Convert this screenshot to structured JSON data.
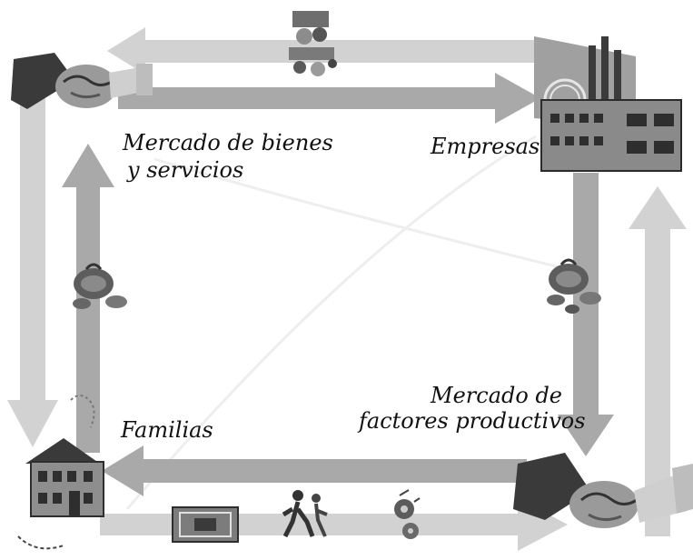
{
  "labels": {
    "mercado_bienes_line1": "Mercado de bienes",
    "mercado_bienes_line2": "y servicios",
    "empresas": "Empresas",
    "mercado_factores_line1": "Mercado de",
    "mercado_factores_line2": "factores productivos",
    "familias": "Familias"
  },
  "colors": {
    "light_arrow": "#d2d2d2",
    "dark_arrow": "#a9a9a9",
    "ink": "#222222"
  },
  "icons": [
    "handshake-icon",
    "factory-icon",
    "house-icon",
    "money-bag-icon",
    "goods-icon",
    "worker-icon",
    "gear-icon",
    "banknote-icon"
  ]
}
